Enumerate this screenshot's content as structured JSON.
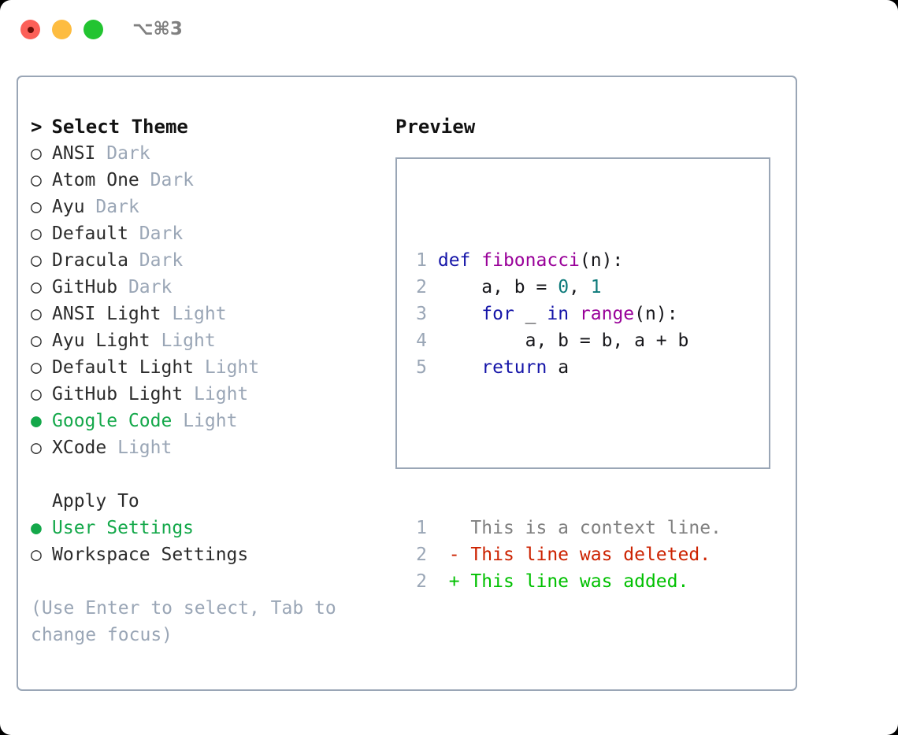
{
  "titlebar": {
    "shortcut": "⌥⌘3",
    "buttons": [
      {
        "name": "close",
        "color": "#fc6058"
      },
      {
        "name": "minimize",
        "color": "#fdbc40"
      },
      {
        "name": "maximize",
        "color": "#22c431"
      }
    ]
  },
  "colors": {
    "border": "#9aa6b6",
    "selected_green": "#14a84a",
    "muted": "#9aa6b6",
    "text": "#2b2b2b",
    "keyword": "#1515a8",
    "function": "#990099",
    "number": "#0d7a7a",
    "diff_add": "#00c000",
    "diff_del": "#cc2200",
    "diff_ctx": "#808080"
  },
  "theme_picker": {
    "title": "Select Theme",
    "title_marker": ">",
    "marker_unselected": "○",
    "marker_selected": "●",
    "items": [
      {
        "label": "ANSI",
        "tag": "Dark",
        "selected": false
      },
      {
        "label": "Atom One",
        "tag": "Dark",
        "selected": false
      },
      {
        "label": "Ayu",
        "tag": "Dark",
        "selected": false
      },
      {
        "label": "Default",
        "tag": "Dark",
        "selected": false
      },
      {
        "label": "Dracula",
        "tag": "Dark",
        "selected": false
      },
      {
        "label": "GitHub",
        "tag": "Dark",
        "selected": false
      },
      {
        "label": "ANSI Light",
        "tag": "Light",
        "selected": false
      },
      {
        "label": "Ayu Light",
        "tag": "Light",
        "selected": false
      },
      {
        "label": "Default Light",
        "tag": "Light",
        "selected": false
      },
      {
        "label": "GitHub Light",
        "tag": "Light",
        "selected": false
      },
      {
        "label": "Google Code",
        "tag": "Light",
        "selected": true
      },
      {
        "label": "XCode",
        "tag": "Light",
        "selected": false
      }
    ]
  },
  "apply_to": {
    "title": "Apply To",
    "items": [
      {
        "label": "User Settings",
        "selected": true
      },
      {
        "label": "Workspace Settings",
        "selected": false
      }
    ]
  },
  "hint": "(Use Enter to select, Tab to change focus)",
  "preview": {
    "title": "Preview",
    "code_lines": [
      {
        "number": "1",
        "tokens": [
          {
            "text": "def",
            "style": "kw"
          },
          {
            "text": " ",
            "style": "pln"
          },
          {
            "text": "fibonacci",
            "style": "fn"
          },
          {
            "text": "(n):",
            "style": "pln"
          }
        ]
      },
      {
        "number": "2",
        "tokens": [
          {
            "text": "    a, b = ",
            "style": "pln"
          },
          {
            "text": "0",
            "style": "num"
          },
          {
            "text": ", ",
            "style": "pln"
          },
          {
            "text": "1",
            "style": "num"
          }
        ]
      },
      {
        "number": "3",
        "tokens": [
          {
            "text": "    ",
            "style": "pln"
          },
          {
            "text": "for",
            "style": "kw"
          },
          {
            "text": " _ ",
            "style": "pln"
          },
          {
            "text": "in",
            "style": "kw"
          },
          {
            "text": " ",
            "style": "pln"
          },
          {
            "text": "range",
            "style": "fn"
          },
          {
            "text": "(n):",
            "style": "pln"
          }
        ]
      },
      {
        "number": "4",
        "tokens": [
          {
            "text": "        a, b = b, a + b",
            "style": "pln"
          }
        ]
      },
      {
        "number": "5",
        "tokens": [
          {
            "text": "    ",
            "style": "pln"
          },
          {
            "text": "return",
            "style": "kw"
          },
          {
            "text": " a",
            "style": "pln"
          }
        ]
      }
    ],
    "diff_lines": [
      {
        "number": "1",
        "prefix": "  ",
        "text": "This is a context line.",
        "style": "ctx"
      },
      {
        "number": "2",
        "prefix": "- ",
        "text": "This line was deleted.",
        "style": "del"
      },
      {
        "number": "2",
        "prefix": "+ ",
        "text": "This line was added.",
        "style": "add"
      }
    ]
  }
}
